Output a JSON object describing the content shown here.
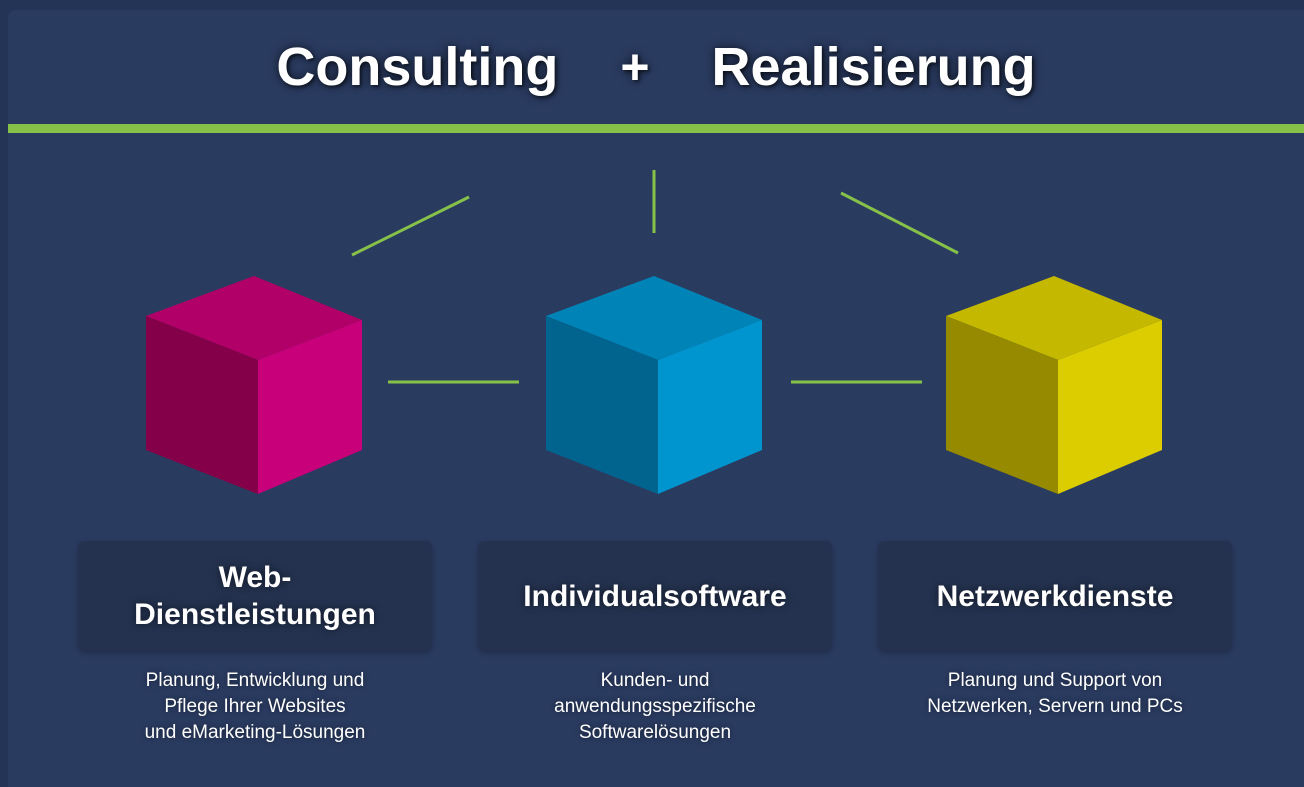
{
  "header": {
    "left": "Consulting",
    "plus": "+",
    "right": "Realisierung"
  },
  "colors": {
    "accent_green": "#86c149",
    "magenta": "#c5007a",
    "cyan": "#0093cc",
    "yellow": "#d4c800"
  },
  "services": [
    {
      "title_lines": [
        "Web-",
        "Dienstleistungen"
      ],
      "description_lines": [
        "Planung, Entwicklung und",
        "Pflege Ihrer Websites",
        "und eMarketing-Lösungen"
      ]
    },
    {
      "title_lines": [
        "Individualsoftware"
      ],
      "description_lines": [
        "Kunden- und",
        "anwendungsspezifische",
        "Softwarelösungen"
      ]
    },
    {
      "title_lines": [
        "Netzwerkdienste"
      ],
      "description_lines": [
        "Planung und Support von",
        "Netzwerken, Servern und PCs"
      ]
    }
  ]
}
